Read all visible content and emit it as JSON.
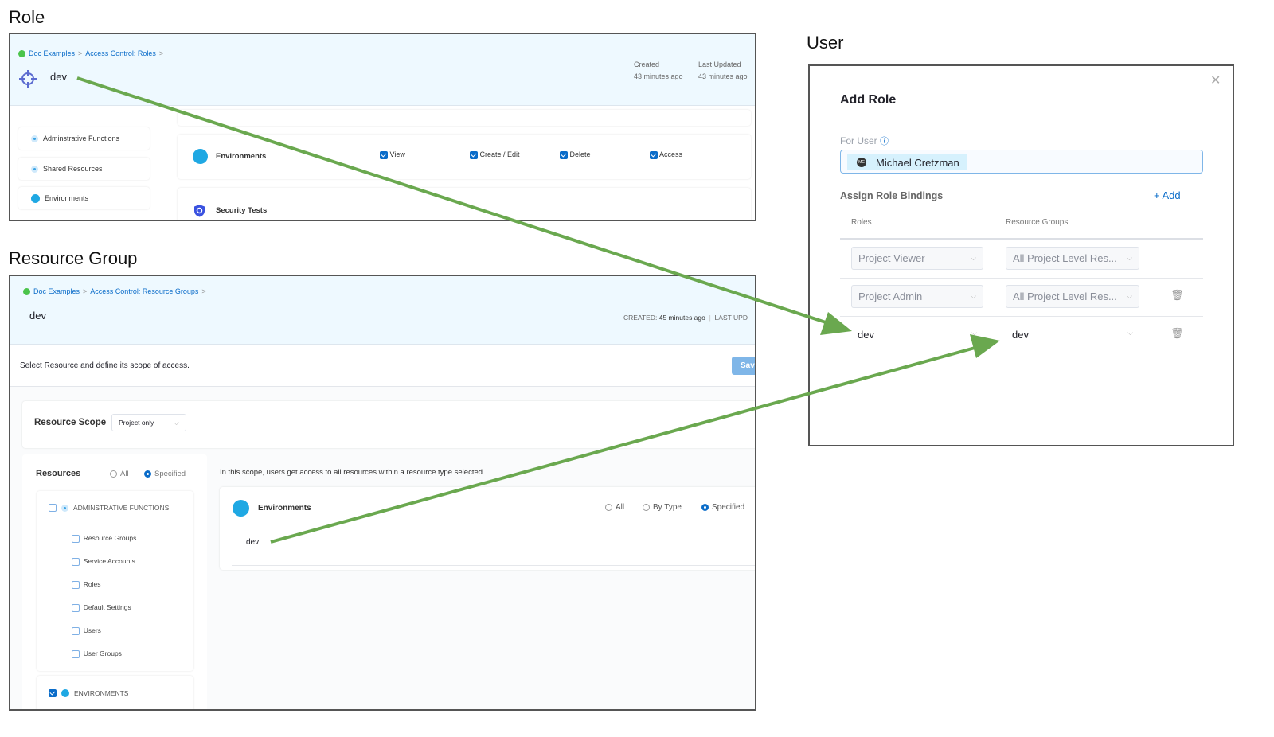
{
  "labels": {
    "role": "Role",
    "user": "User",
    "resource_group": "Resource Group"
  },
  "role": {
    "breadcrumb": [
      "Doc Examples",
      "Access Control: Roles"
    ],
    "name": "dev",
    "created_label": "Created",
    "created_value": "43 minutes ago",
    "updated_label": "Last Updated",
    "updated_value": "43 minutes ago",
    "sidebar": [
      "Adminstrative Functions",
      "Shared Resources",
      "Environments"
    ],
    "cards": [
      {
        "name": "Environments",
        "permissions": [
          {
            "label": "View",
            "checked": true
          },
          {
            "label": "Create / Edit",
            "checked": true
          },
          {
            "label": "Delete",
            "checked": true
          },
          {
            "label": "Access",
            "checked": true
          }
        ]
      },
      {
        "name": "Security Tests"
      }
    ]
  },
  "resource_group": {
    "breadcrumb": [
      "Doc Examples",
      "Access Control: Resource Groups"
    ],
    "name": "dev",
    "created_label": "CREATED:",
    "created_value": "45 minutes ago",
    "updated_label": "LAST UPD",
    "description": "Select Resource and define its scope of access.",
    "save_label": "Sav",
    "scope_label": "Resource Scope",
    "scope_value": "Project only",
    "resources_label": "Resources",
    "radio_all": "All",
    "radio_specified": "Specified",
    "admin_group": "ADMINSTRATIVE FUNCTIONS",
    "admin_items": [
      "Resource Groups",
      "Service Accounts",
      "Roles",
      "Default Settings",
      "Users",
      "User Groups"
    ],
    "env_group": "ENVIRONMENTS",
    "scope_note": "In this scope, users get access to all resources within a resource type selected",
    "env_card": {
      "title": "Environments",
      "radios": [
        "All",
        "By Type",
        "Specified"
      ],
      "selected": "Specified",
      "item": "dev"
    }
  },
  "add_role": {
    "title": "Add Role",
    "for_user_label": "For User",
    "user": "Michael Cretzman",
    "avatar": "MC",
    "bindings_label": "Assign Role Bindings",
    "add_label": "+ Add",
    "col_roles": "Roles",
    "col_groups": "Resource Groups",
    "rows": [
      {
        "role": "Project Viewer",
        "group": "All Project Level Res..."
      },
      {
        "role": "Project Admin",
        "group": "All Project Level Res..."
      },
      {
        "role": "dev",
        "group": "dev"
      }
    ]
  },
  "colors": {
    "arrow": "#6aa84f",
    "accent": "#0a6cc9",
    "header_bg": "#eef9ff"
  }
}
